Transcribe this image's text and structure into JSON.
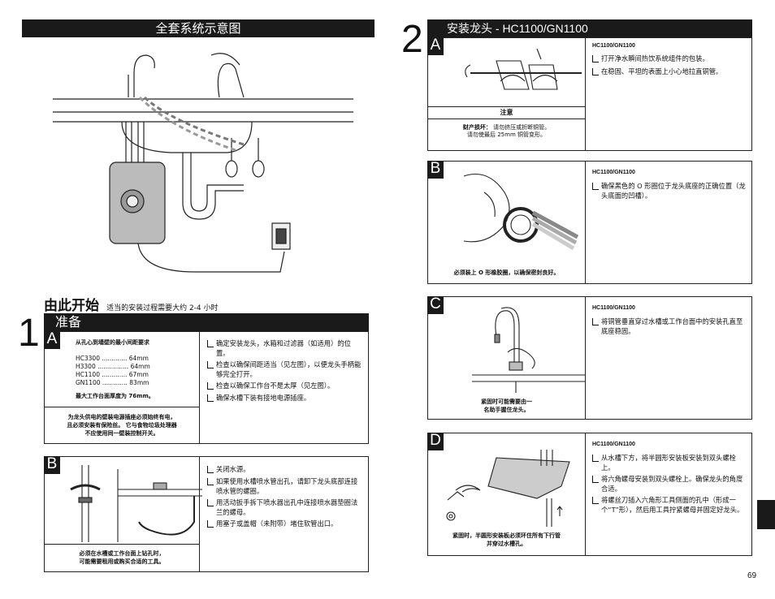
{
  "system_title": "全套系统示意图",
  "start": {
    "title": "由此开始",
    "note": "适当的安装过程需要大约 2-4 小时"
  },
  "step1": {
    "number": "1",
    "title": "准备",
    "A": {
      "letter": "A",
      "table_title": "从孔心到墙壁的最小间距要求",
      "rows": [
        "HC3300 ............. 64mm",
        "H3300 ................ 64mm",
        "HC1100 ............. 67mm",
        "GN1100 ............. 83mm"
      ],
      "max_thickness": "最大工作台面厚度为 76mm。",
      "warning_lines": [
        "为龙头供电的壁装电源插座必须始终有电，",
        "且必须安装有保险丝。 它与食物垃圾处理器",
        "不应使用同一壁装控制开关。"
      ],
      "items": [
        "确定安装龙头，水箱和过滤器（如适用）的位置。",
        "检查以确保间距适当（见左图），以便龙头手柄能够完全打开。",
        "检查以确保工作台不是太厚（见左图）。",
        "确保水槽下装有接地电源插座。"
      ]
    },
    "B": {
      "letter": "B",
      "caption_lines": [
        "必须在水槽或工作台面上钻孔时，",
        "可能需要租用或购买合适的工具。"
      ],
      "items": [
        "关闭水源。",
        "如果使用水槽喷水管出孔，请卸下龙头底部连接喷水管的螺圈。",
        "用活动扳手拆下喷水器出孔中连接喷水器垫圈法兰的螺母。",
        "用塞子或盖帽（未附带）堵住软管出口。"
      ]
    }
  },
  "step2": {
    "number": "2",
    "title": "安装龙头 - HC1100/GN1100",
    "A": {
      "letter": "A",
      "model": "HC1100/GN1100",
      "items": [
        "打开净水瞬间热饮系统组件的包装。",
        "在稳固、平坦的表面上小心地拉直铜管。"
      ],
      "notice_title": "注意",
      "notice_label": "财产损坏：",
      "notice_line1": "请勿挤压或折断铜管。",
      "notice_line2": "请勿使最后 25mm 铜管变形。"
    },
    "B": {
      "letter": "B",
      "model": "HC1100/GN1100",
      "items": [
        "确保黑色的 O 形圈位于龙头底座的正确位置（龙头底面的凹槽）。"
      ],
      "caption": "必须装上 O 形橡胶圈，以确保密封良好。"
    },
    "C": {
      "letter": "C",
      "model": "HC1100/GN1100",
      "items": [
        "将铜管垂直穿过水槽或工作台面中的安装孔直至底座稳固。"
      ],
      "caption_lines": [
        "紧固时可能需要由一",
        "名助手握住龙头。"
      ]
    },
    "D": {
      "letter": "D",
      "model": "HC1100/GN1100",
      "items": [
        "从水槽下方，将半圆形安装板安装到双头螺栓上。",
        "将六角螺母安装到双头螺栓上。确保龙头的角度合适。",
        "将螺丝刀插入六角形工具侧面的孔中（形成一个“T”形），然后用工具拧紧螺母并固定好龙头。"
      ],
      "caption_lines": [
        "紧固时，半圆形安装板必须环住所有下行管",
        "并穿过水槽孔。"
      ]
    }
  },
  "page_number": "69"
}
